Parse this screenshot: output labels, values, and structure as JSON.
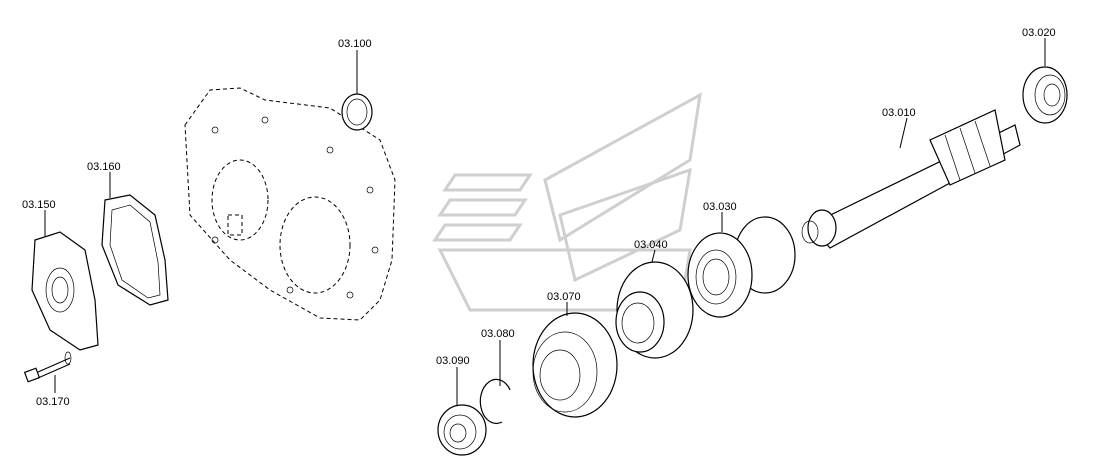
{
  "diagram": {
    "part_labels": {
      "p03_010": "03.010",
      "p03_020": "03.020",
      "p03_030": "03.030",
      "p03_040": "03.040",
      "p03_070": "03.070",
      "p03_080": "03.080",
      "p03_090": "03.090",
      "p03_100": "03.100",
      "p03_150": "03.150",
      "p03_160": "03.160",
      "p03_170": "03.170"
    }
  }
}
